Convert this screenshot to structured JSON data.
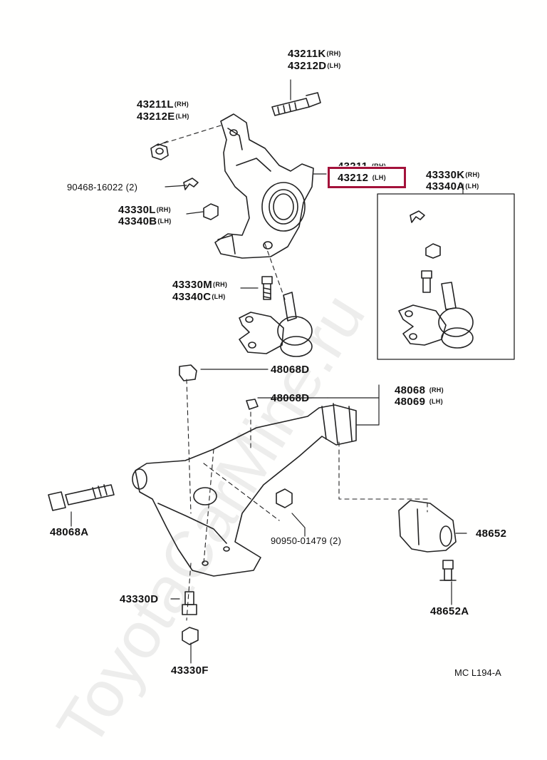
{
  "watermark": "ToyotaCarMine.ru",
  "diagram_code": "MC L194-A",
  "highlight_color": "#a3123a",
  "labels": {
    "p43211K": {
      "pn": "43211K",
      "sfx": "(RH)"
    },
    "p43212D": {
      "pn": "43212D",
      "sfx": "(LH)"
    },
    "p43211L": {
      "pn": "43211L",
      "sfx": "(RH)"
    },
    "p43212E": {
      "pn": "43212E",
      "sfx": "(LH)"
    },
    "p43211": {
      "pn": "43211",
      "sfx": "(RH)"
    },
    "p43212": {
      "pn": "43212",
      "sfx": "(LH)"
    },
    "p90468": {
      "pn": "90468-16022",
      "sfx": "(2)"
    },
    "p43330L": {
      "pn": "43330L",
      "sfx": "(RH)"
    },
    "p43340B": {
      "pn": "43340B",
      "sfx": "(LH)"
    },
    "p43330K": {
      "pn": "43330K",
      "sfx": "(RH)"
    },
    "p43340A": {
      "pn": "43340A",
      "sfx": "(LH)"
    },
    "p43330M": {
      "pn": "43330M",
      "sfx": "(RH)"
    },
    "p43340C": {
      "pn": "43340C",
      "sfx": "(LH)"
    },
    "p48068D_a": {
      "pn": "48068D"
    },
    "p48068D_b": {
      "pn": "48068D"
    },
    "p48068": {
      "pn": "48068",
      "sfx": "(RH)"
    },
    "p48069": {
      "pn": "48069",
      "sfx": "(LH)"
    },
    "p48068A": {
      "pn": "48068A"
    },
    "p90950": {
      "pn": "90950-01479",
      "sfx": "(2)"
    },
    "p48652": {
      "pn": "48652"
    },
    "p48652A": {
      "pn": "48652A"
    },
    "p43330D": {
      "pn": "43330D"
    },
    "p43330F": {
      "pn": "43330F"
    }
  }
}
